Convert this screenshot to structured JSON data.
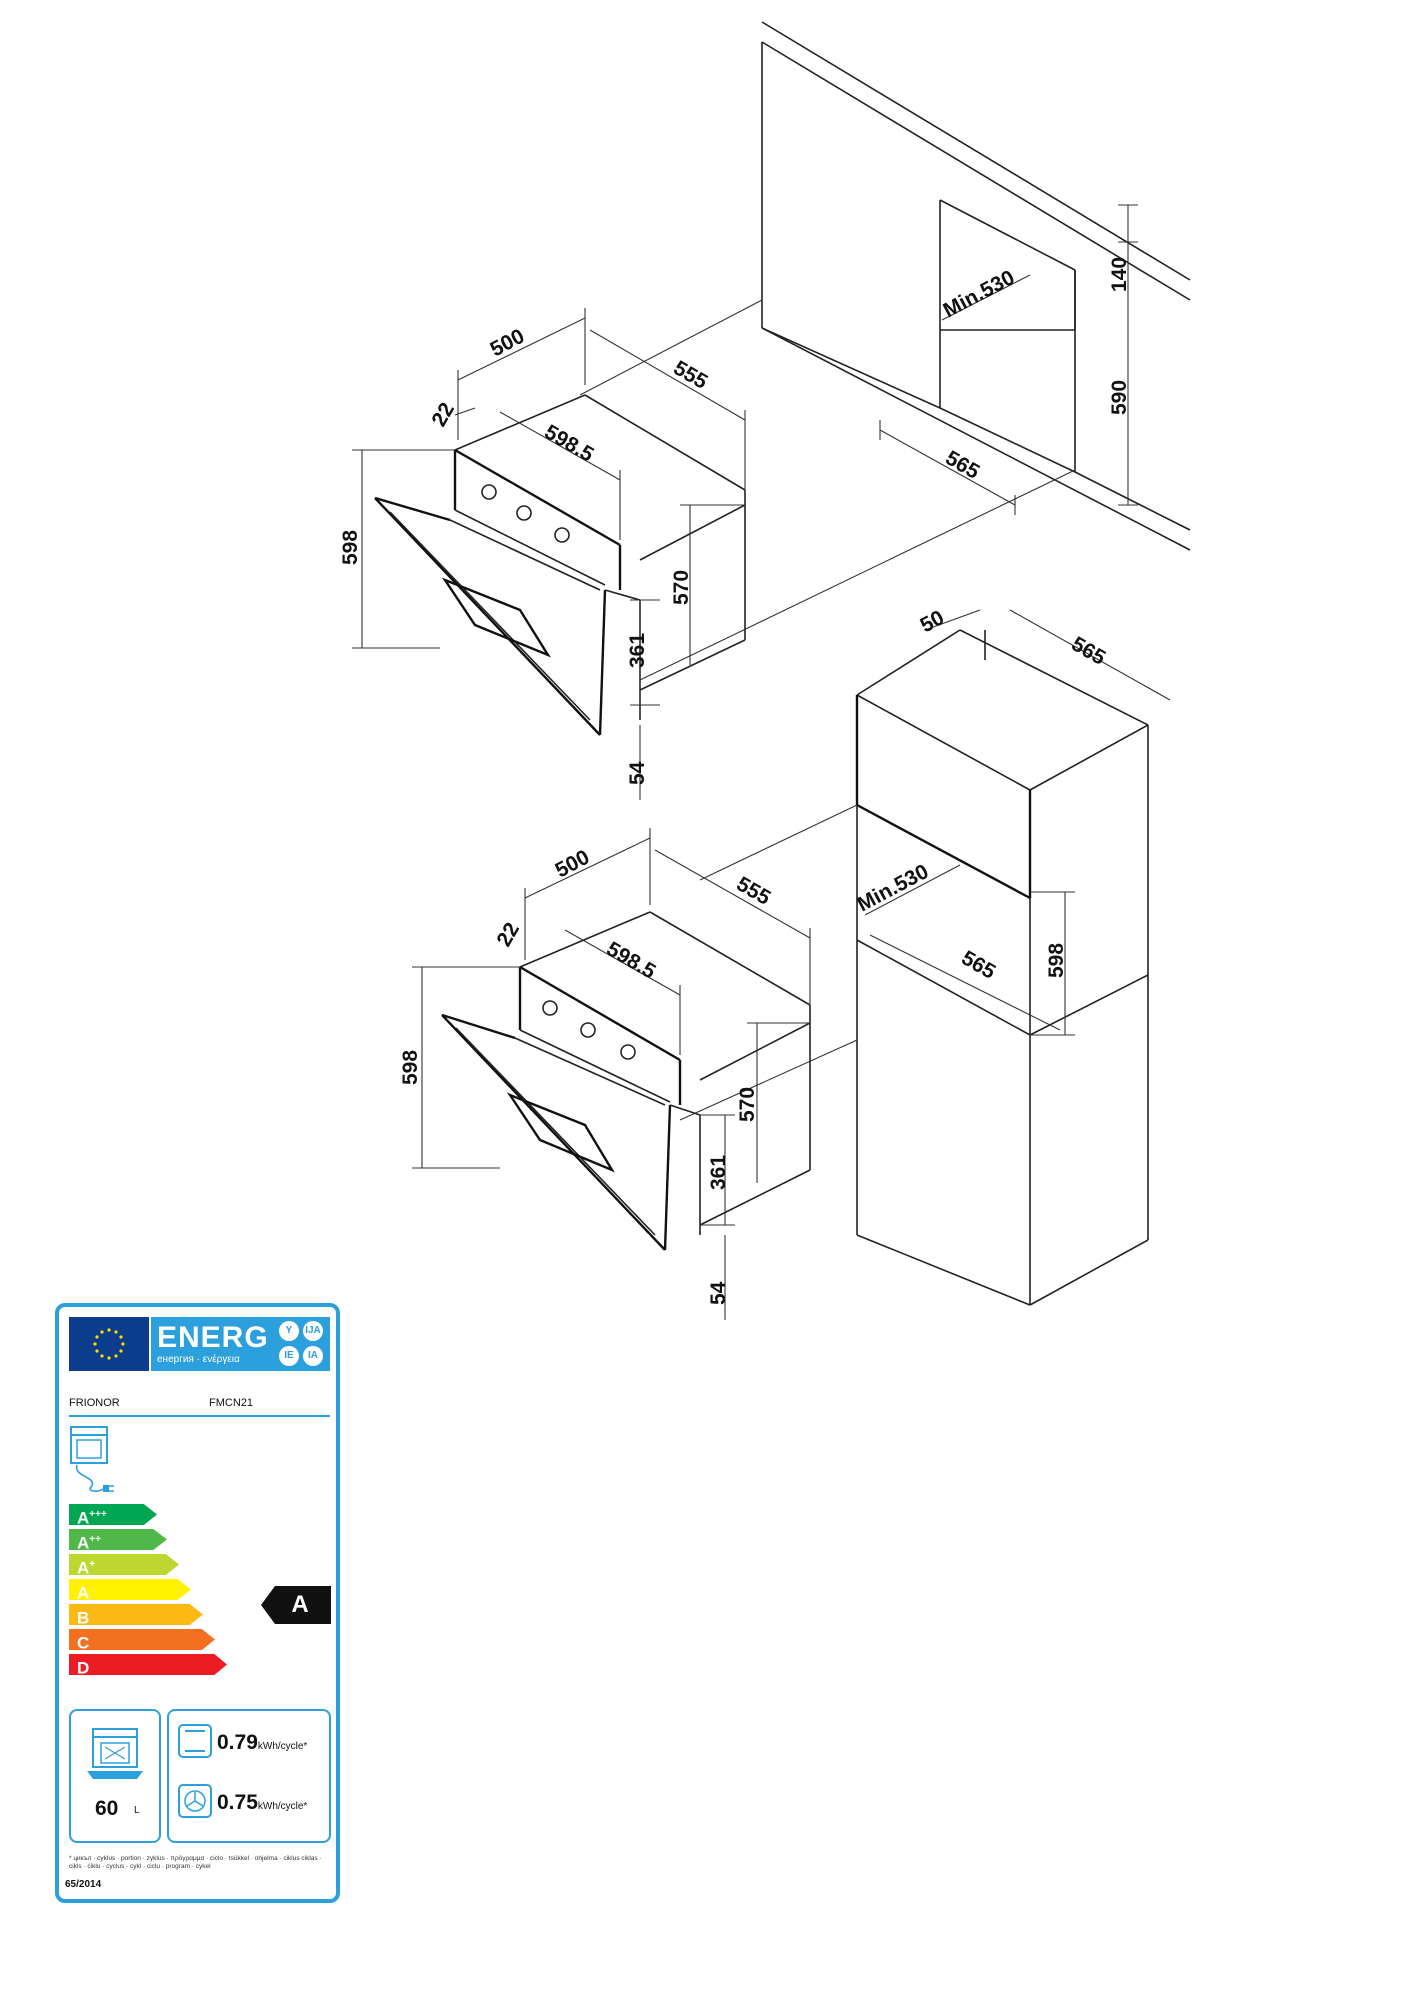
{
  "upper_diagram": {
    "dims": {
      "width_500": "500",
      "depth_555": "555",
      "front_22": "22",
      "panel_598_5": "598.5",
      "height_598": "598",
      "height_570": "570",
      "height_361": "361",
      "height_54": "54",
      "niche_min_530": "Min.530",
      "gap_140": "140",
      "niche_590": "590",
      "niche_565": "565"
    }
  },
  "lower_diagram": {
    "dims": {
      "width_500": "500",
      "depth_555": "555",
      "front_22": "22",
      "panel_598_5": "598.5",
      "height_598": "598",
      "height_570": "570",
      "height_361": "361",
      "height_54": "54",
      "niche_min_530": "Min.530",
      "top_50": "50",
      "top_565": "565",
      "niche_565": "565",
      "niche_598": "598"
    }
  },
  "energy_label": {
    "header_word": "ENERG",
    "header_sub": "енергия · ενέργεια",
    "languages": [
      "Y",
      "IJA",
      "IE",
      "IA"
    ],
    "brand": "FRIONOR",
    "model": "FMCN21",
    "classes": [
      {
        "label": "A",
        "sup": "+++",
        "color": "#00a651"
      },
      {
        "label": "A",
        "sup": "++",
        "color": "#50b848"
      },
      {
        "label": "A",
        "sup": "+",
        "color": "#bed630"
      },
      {
        "label": "A",
        "sup": "",
        "color": "#fff200"
      },
      {
        "label": "B",
        "sup": "",
        "color": "#fdb913"
      },
      {
        "label": "C",
        "sup": "",
        "color": "#f37021"
      },
      {
        "label": "D",
        "sup": "",
        "color": "#ed1c24"
      }
    ],
    "rating": "A",
    "volume": "60",
    "volume_unit": "L",
    "conventional_value": "0.79",
    "fan_value": "0.75",
    "consumption_unit": "kWh/cycle*",
    "footnote": "* цикъл · cyklus · portion · zyklus · πρόγραμμα · ciclo · tsükkel · ohjelma · ciklus ciklas · cikls · ċiklu · cyclus · cykl · ciclu · program · cykel",
    "regulation": "65/2014"
  }
}
